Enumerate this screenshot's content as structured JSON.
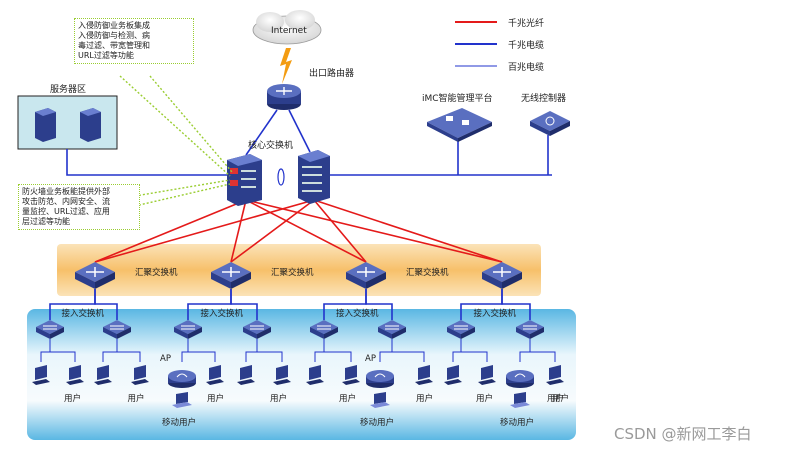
{
  "internet_label": "Internet",
  "egress_router_label": "出口路由器",
  "core_switch_label": "核心交换机",
  "server_area_label": "服务器区",
  "imc_label": "iMC智能管理平台",
  "wireless_controller_label": "无线控制器",
  "ips_note": "入侵防御业务板集成\n入侵防御与检测、病\n毒过滤、带宽管理和\nURL过滤等功能",
  "firewall_note": "防火墙业务板能提供外部\n攻击防范、内网安全、流\n量监控、URL过滤、应用\n层过滤等功能",
  "legend": [
    {
      "label": "千兆光纤",
      "color": "#e41a1a"
    },
    {
      "label": "千兆电缆",
      "color": "#2233cc"
    },
    {
      "label": "百兆电缆",
      "color": "#2233cc"
    }
  ],
  "aggregation_label": "汇聚交换机",
  "access_label": "接入交换机",
  "ap_label": "AP",
  "user_label": "用户",
  "mobile_user_label": "移动用户",
  "watermark": "CSDN @新网工李白",
  "colors": {
    "fiber": "#e41a1a",
    "cable": "#2233cc",
    "agg_band": "#f7b85a",
    "access_band": "#6fc3e8",
    "device": "#2c3e8c",
    "note_border": "#9acd32"
  }
}
